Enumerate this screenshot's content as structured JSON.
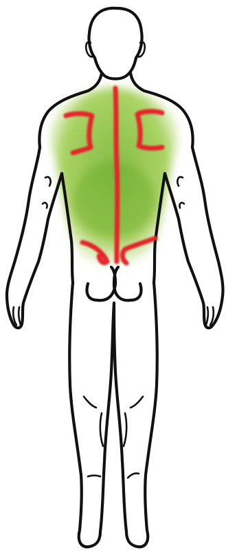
{
  "figure": {
    "view": "posterior",
    "colors": {
      "background": "#ffffff",
      "outline": "#111111",
      "highlight_zone": "#8cc63f",
      "highlight_zone_light": "#c8e28a",
      "marking": "#e3262b"
    },
    "highlighted_regions": [
      "upper-back",
      "mid-back",
      "lower-back"
    ],
    "markings": [
      "spine-line",
      "left-scapula-bracket",
      "right-scapula-bracket",
      "lower-back-bracket"
    ]
  }
}
